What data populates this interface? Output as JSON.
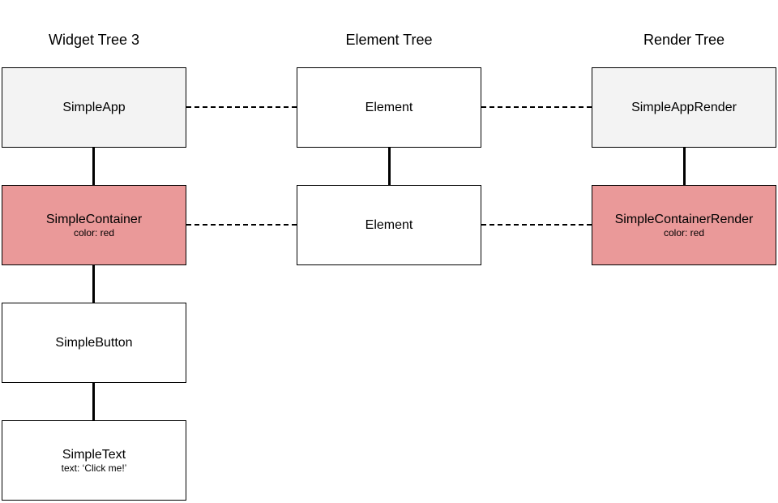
{
  "colors": {
    "default_fill": "#ffffff",
    "root_fill": "#f3f3f3",
    "highlight_fill": "#ea9999",
    "stroke": "#000000"
  },
  "columns": [
    {
      "title": "Widget Tree 3"
    },
    {
      "title": "Element Tree"
    },
    {
      "title": "Render Tree"
    }
  ],
  "widget_tree": [
    {
      "name": "SimpleApp",
      "prop": ""
    },
    {
      "name": "SimpleContainer",
      "prop": "color: red"
    },
    {
      "name": "SimpleButton",
      "prop": ""
    },
    {
      "name": "SimpleText",
      "prop": "text: ‘Click me!’"
    }
  ],
  "element_tree": [
    {
      "name": "Element",
      "prop": ""
    },
    {
      "name": "Element",
      "prop": ""
    }
  ],
  "render_tree": [
    {
      "name": "SimpleAppRender",
      "prop": ""
    },
    {
      "name": "SimpleContainerRender",
      "prop": "color: red"
    }
  ]
}
